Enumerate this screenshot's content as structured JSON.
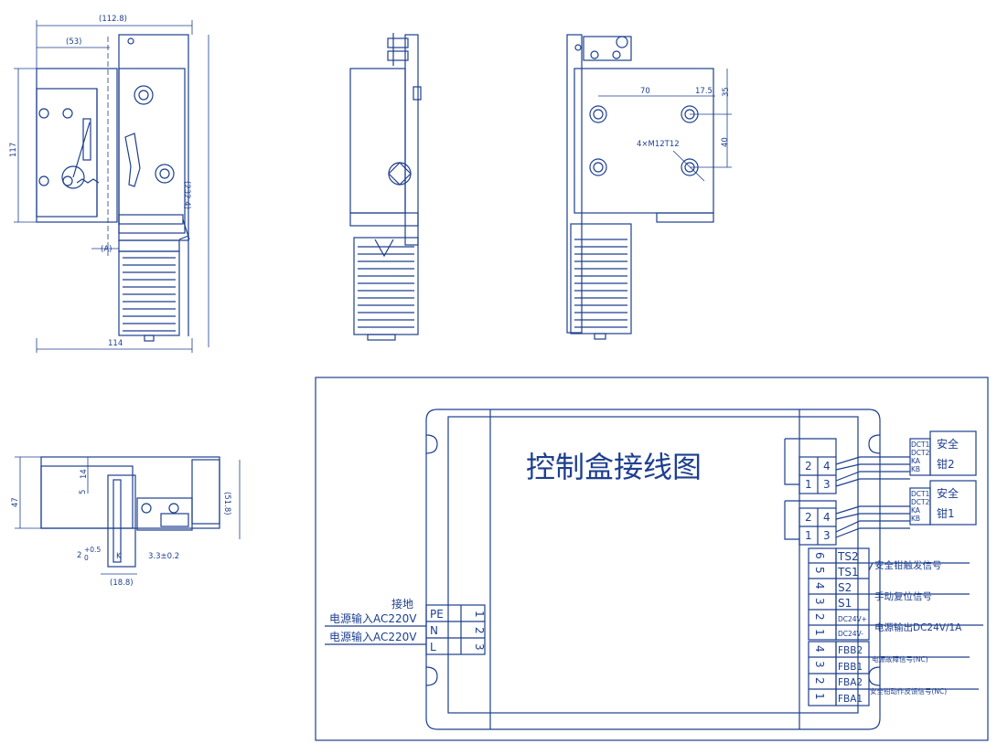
{
  "colors": {
    "line": "#1d3f8f",
    "background": "#ffffff"
  },
  "dimensions": {
    "front_width_total": "(112.8)",
    "front_offset": "(53)",
    "front_height": "117",
    "front_total_height": "(232.4)",
    "front_base_width": "114",
    "front_a": "(A)",
    "rear_70": "70",
    "rear_17_5": "17.5",
    "rear_35": "35",
    "rear_40": "40",
    "rear_holes": "4×M12T12",
    "bottom_47": "47",
    "bottom_5": "5",
    "bottom_14": "14",
    "bottom_51_8": "(51.8)",
    "bottom_2": "2",
    "bottom_2_tol_upper": "+0.5",
    "bottom_2_tol_lower": "0",
    "bottom_k": "K",
    "bottom_3_3": "3.3±0.2",
    "bottom_18_8": "(18.8)"
  },
  "wiring": {
    "title": "控制盒接线图",
    "ground": "接地",
    "power_in_1": "电源输入AC220V",
    "power_in_2": "电源输入AC220V",
    "power_terminals": [
      {
        "name": "PE",
        "num": "1"
      },
      {
        "name": "N",
        "num": "2"
      },
      {
        "name": "L",
        "num": "3"
      }
    ],
    "clamp2": {
      "label_line1": "安全",
      "label_line2": "钳2",
      "pins": [
        "DCT1",
        "DCT2",
        "KA",
        "KB"
      ],
      "connector_top": [
        "4",
        "3"
      ],
      "connector_bottom": [
        "2",
        "1"
      ]
    },
    "clamp1": {
      "label_line1": "安全",
      "label_line2": "钳1",
      "pins": [
        "DCT1",
        "DCT2",
        "KA",
        "KB"
      ],
      "connector_top": [
        "4",
        "3"
      ],
      "connector_bottom": [
        "2",
        "1"
      ]
    },
    "right_terminals": [
      {
        "num": "6",
        "name": "TS2"
      },
      {
        "num": "5",
        "name": "TS1"
      },
      {
        "num": "4",
        "name": "S2"
      },
      {
        "num": "3",
        "name": "S1"
      },
      {
        "num": "2",
        "name": "DC24V+"
      },
      {
        "num": "1",
        "name": "DC24V-"
      }
    ],
    "feedback_terminals": [
      {
        "num": "4",
        "name": "FBB2"
      },
      {
        "num": "3",
        "name": "FBB1"
      },
      {
        "num": "2",
        "name": "FBA2"
      },
      {
        "num": "1",
        "name": "FBA1"
      }
    ],
    "signals": {
      "trigger": "安全钳触发信号",
      "reset": "手动复位信号",
      "power_out": "电源输出DC24V/1A",
      "fault": "电源故障信号(NC)",
      "action_feedback": "安全钳动作反馈信号(NC)"
    }
  }
}
